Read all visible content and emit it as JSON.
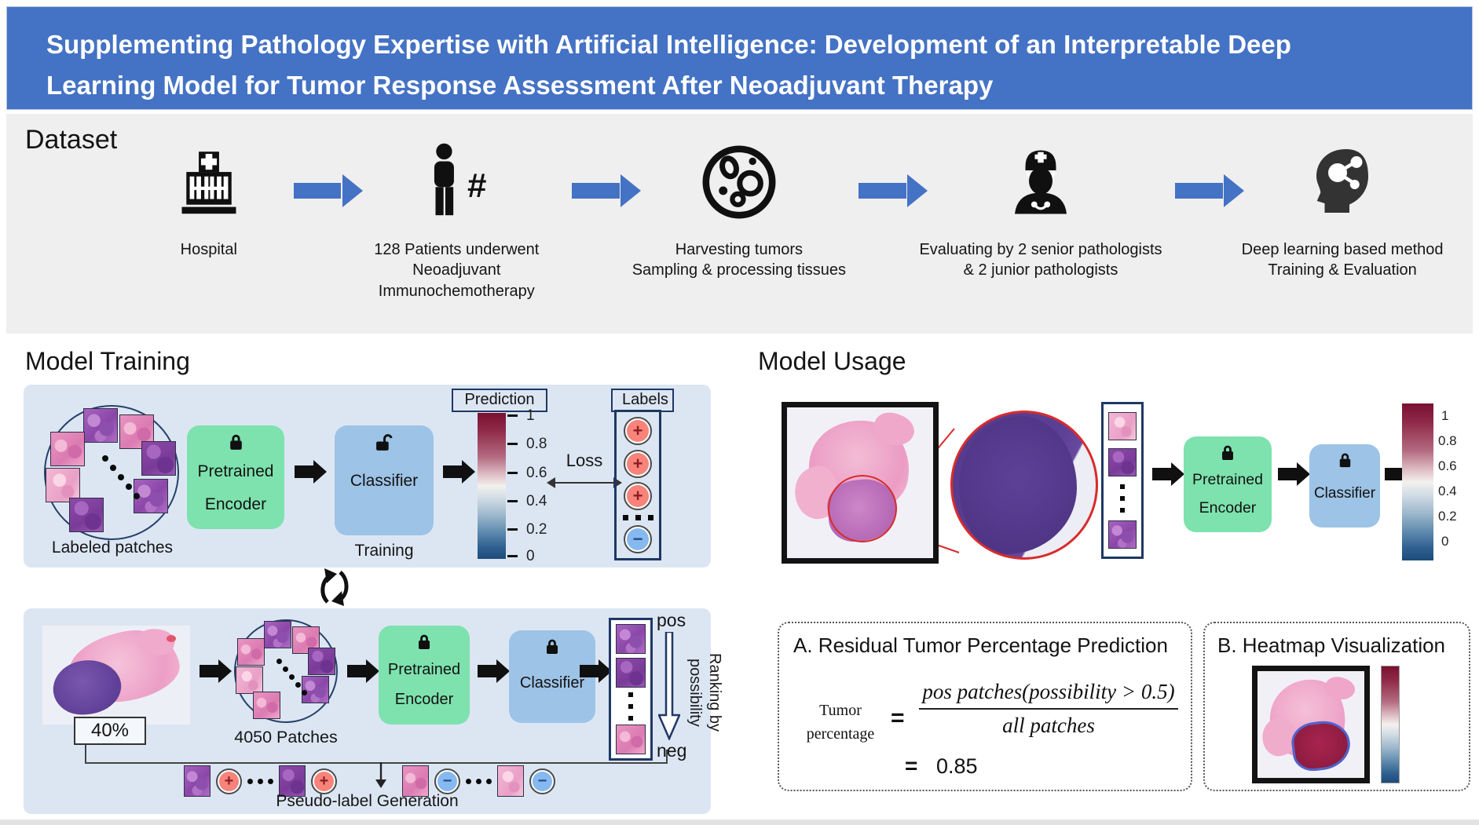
{
  "banner": {
    "line1": "Supplementing Pathology Expertise with Artificial Intelligence: Development of an Interpretable Deep",
    "line2": "Learning Model for Tumor Response Assessment After Neoadjuvant Therapy"
  },
  "dataset": {
    "heading": "Dataset",
    "steps": [
      {
        "icon": "hospital-icon",
        "caption": "Hospital"
      },
      {
        "icon": "patient-icon",
        "caption": "128 Patients underwent\nNeoadjuvant\nImmunochemotherapy"
      },
      {
        "icon": "tumor-cell-icon",
        "caption": "Harvesting tumors\nSampling & processing tissues"
      },
      {
        "icon": "pathologist-icon",
        "caption": "Evaluating by 2 senior pathologists\n& 2 junior pathologists"
      },
      {
        "icon": "ai-head-icon",
        "caption": "Deep learning based method\nTraining & Evaluation"
      }
    ]
  },
  "symbols": {
    "hash": "#",
    "plus": "+",
    "minus": "−"
  },
  "blocks": {
    "encoder": "Pretrained\nEncoder",
    "classifier": "Classifier"
  },
  "model_training": {
    "heading": "Model Training",
    "stage1": {
      "input_caption": "Labeled patches",
      "training_caption": "Training",
      "prediction_title": "Prediction",
      "loss_label": "Loss",
      "labels_title": "Labels",
      "colorbar_ticks": [
        "1",
        "0.8",
        "0.6",
        "0.4",
        "0.2",
        "0"
      ]
    },
    "stage2": {
      "slide_percentage": "40%",
      "patches_caption": "4050 Patches",
      "ranking_top": "pos",
      "ranking_bottom": "neg",
      "ranking_axis": "Ranking by\npossibility",
      "pseudo_caption": "Pseudo-label Generation"
    }
  },
  "model_usage": {
    "heading": "Model Usage",
    "colorbar_ticks": [
      "1",
      "0.8",
      "0.6",
      "0.4",
      "0.2",
      "0"
    ],
    "panel_a": {
      "title": "A. Residual Tumor Percentage Prediction",
      "lhs": "Tumor\npercentage",
      "equals": "=",
      "numerator": "pos patches(possibility > 0.5)",
      "denominator": "all patches",
      "result": "0.85"
    },
    "panel_b": {
      "title": "B. Heatmap Visualization"
    }
  },
  "colors": {
    "banner_blue": "#4472C4",
    "arrow_blue": "#4472C4",
    "panel_blue": "#DCE6F3",
    "encoder_green": "#7EE2AE",
    "classifier_blue": "#9DC3E6",
    "positive_red": "#F8837B",
    "negative_blue": "#85B9F0",
    "navy_border": "#1F3864"
  }
}
